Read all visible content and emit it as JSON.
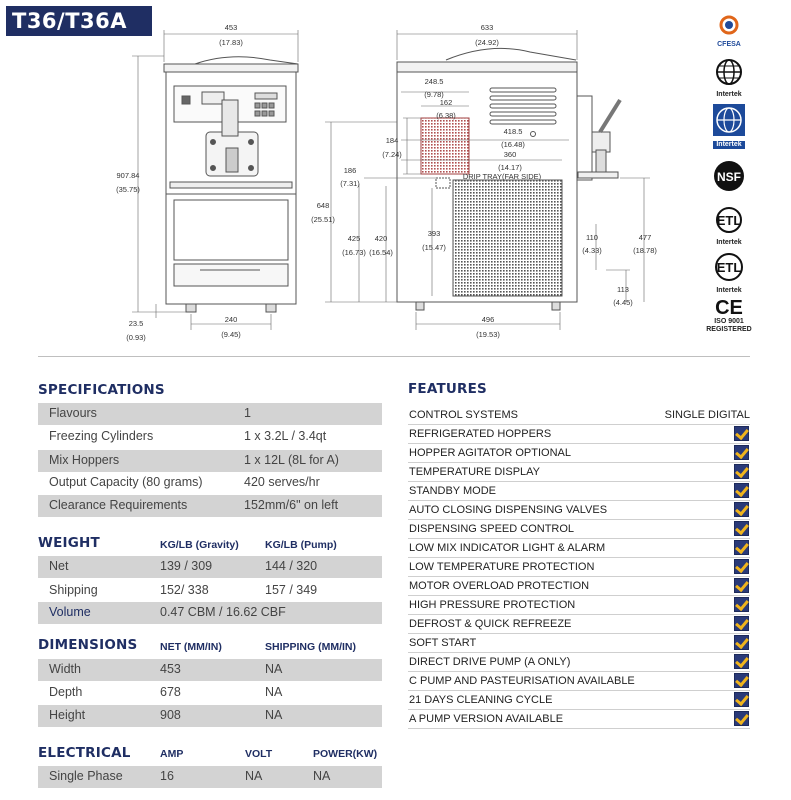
{
  "model": "T36/T36A",
  "drawing": {
    "front": {
      "width_mm": "453",
      "width_in": "(17.83)",
      "height_mm": "907.84",
      "height_in": "(35.75)",
      "feet_mm": "240",
      "feet_in": "(9.45)",
      "foot_h_mm": "23.5",
      "foot_h_in": "(0.93)"
    },
    "side": {
      "depth_mm": "633",
      "depth_in": "(24.92)",
      "d1_mm": "248.5",
      "d1_in": "(9.78)",
      "d2_mm": "162",
      "d2_in": "(6.38)",
      "d3_mm": "184",
      "d3_in": "(7.24)",
      "d4_mm": "418.5",
      "d4_in": "(16.48)",
      "d5_mm": "360",
      "d5_in": "(14.17)",
      "drip_label": "DRIP TRAY(FAR SIDE)",
      "d6_mm": "186",
      "d6_in": "(7.31)",
      "d7_mm": "648",
      "d7_in": "(25.51)",
      "d8_mm": "425",
      "d8_in": "(16.73)",
      "d9_mm": "420",
      "d9_in": "(16.54)",
      "d10_mm": "393",
      "d10_in": "(15.47)",
      "d11_mm": "110",
      "d11_in": "(4.33)",
      "d12_mm": "477",
      "d12_in": "(18.78)",
      "d13_mm": "113",
      "d13_in": "(4.45)",
      "base_mm": "496",
      "base_in": "(19.53)"
    }
  },
  "certifications": {
    "cfesa": "CFESA",
    "intertek1": "Intertek",
    "intertek2": "Intertek",
    "nsf": "NSF",
    "etl1_sub": "Intertek",
    "etl2_sub": "Intertek",
    "ce": "CE",
    "iso_line1": "ISO 9001",
    "iso_line2": "REGISTERED"
  },
  "specifications": {
    "title": "SPECIFICATIONS",
    "rows": [
      {
        "label": "Flavours",
        "value": "1"
      },
      {
        "label": "Freezing Cylinders",
        "value": "1 x 3.2L / 3.4qt"
      },
      {
        "label": "Mix Hoppers",
        "value": "1 x 12L (8L for A)"
      },
      {
        "label": "Output Capacity (80 grams)",
        "value": "420 serves/hr"
      },
      {
        "label": "Clearance Requirements",
        "value": "152mm/6\" on left"
      }
    ]
  },
  "weight": {
    "title": "WEIGHT",
    "col1": "KG/LB (Gravity)",
    "col2": "KG/LB (Pump)",
    "rows": [
      {
        "label": "Net",
        "v1": "139 / 309",
        "v2": "144 / 320"
      },
      {
        "label": "Shipping",
        "v1": "152/ 338",
        "v2": "157 / 349"
      }
    ],
    "volume_label": "Volume",
    "volume_value": "0.47 CBM / 16.62 CBF"
  },
  "dimensions": {
    "title": "DIMENSIONS",
    "col1": "NET (MM/IN)",
    "col2": "SHIPPING (MM/IN)",
    "rows": [
      {
        "label": "Width",
        "v1": "453",
        "v2": "NA"
      },
      {
        "label": "Depth",
        "v1": "678",
        "v2": "NA"
      },
      {
        "label": "Height",
        "v1": "908",
        "v2": "NA"
      }
    ]
  },
  "electrical": {
    "title": "ELECTRICAL",
    "col1": "AMP",
    "col2": "VOLT",
    "col3": "POWER(KW)",
    "rows": [
      {
        "label": "Single Phase",
        "v1": "16",
        "v2": "NA",
        "v3": "NA"
      }
    ]
  },
  "features": {
    "title": "FEATURES",
    "first": {
      "label": "CONTROL SYSTEMS",
      "value": "SINGLE DIGITAL"
    },
    "items": [
      "REFRIGERATED HOPPERS",
      "HOPPER AGITATOR OPTIONAL",
      "TEMPERATURE DISPLAY",
      "STANDBY MODE",
      "AUTO CLOSING DISPENSING VALVES",
      "DISPENSING SPEED CONTROL",
      "LOW MIX INDICATOR LIGHT & ALARM",
      "LOW TEMPERATURE PROTECTION",
      "MOTOR OVERLOAD PROTECTION",
      "HIGH PRESSURE PROTECTION",
      "DEFROST & QUICK REFREEZE",
      "SOFT START",
      "DIRECT DRIVE PUMP (A ONLY)",
      "C PUMP AND PASTEURISATION AVAILABLE",
      "21 DAYS CLEANING CYCLE",
      "A PUMP VERSION AVAILABLE"
    ]
  }
}
